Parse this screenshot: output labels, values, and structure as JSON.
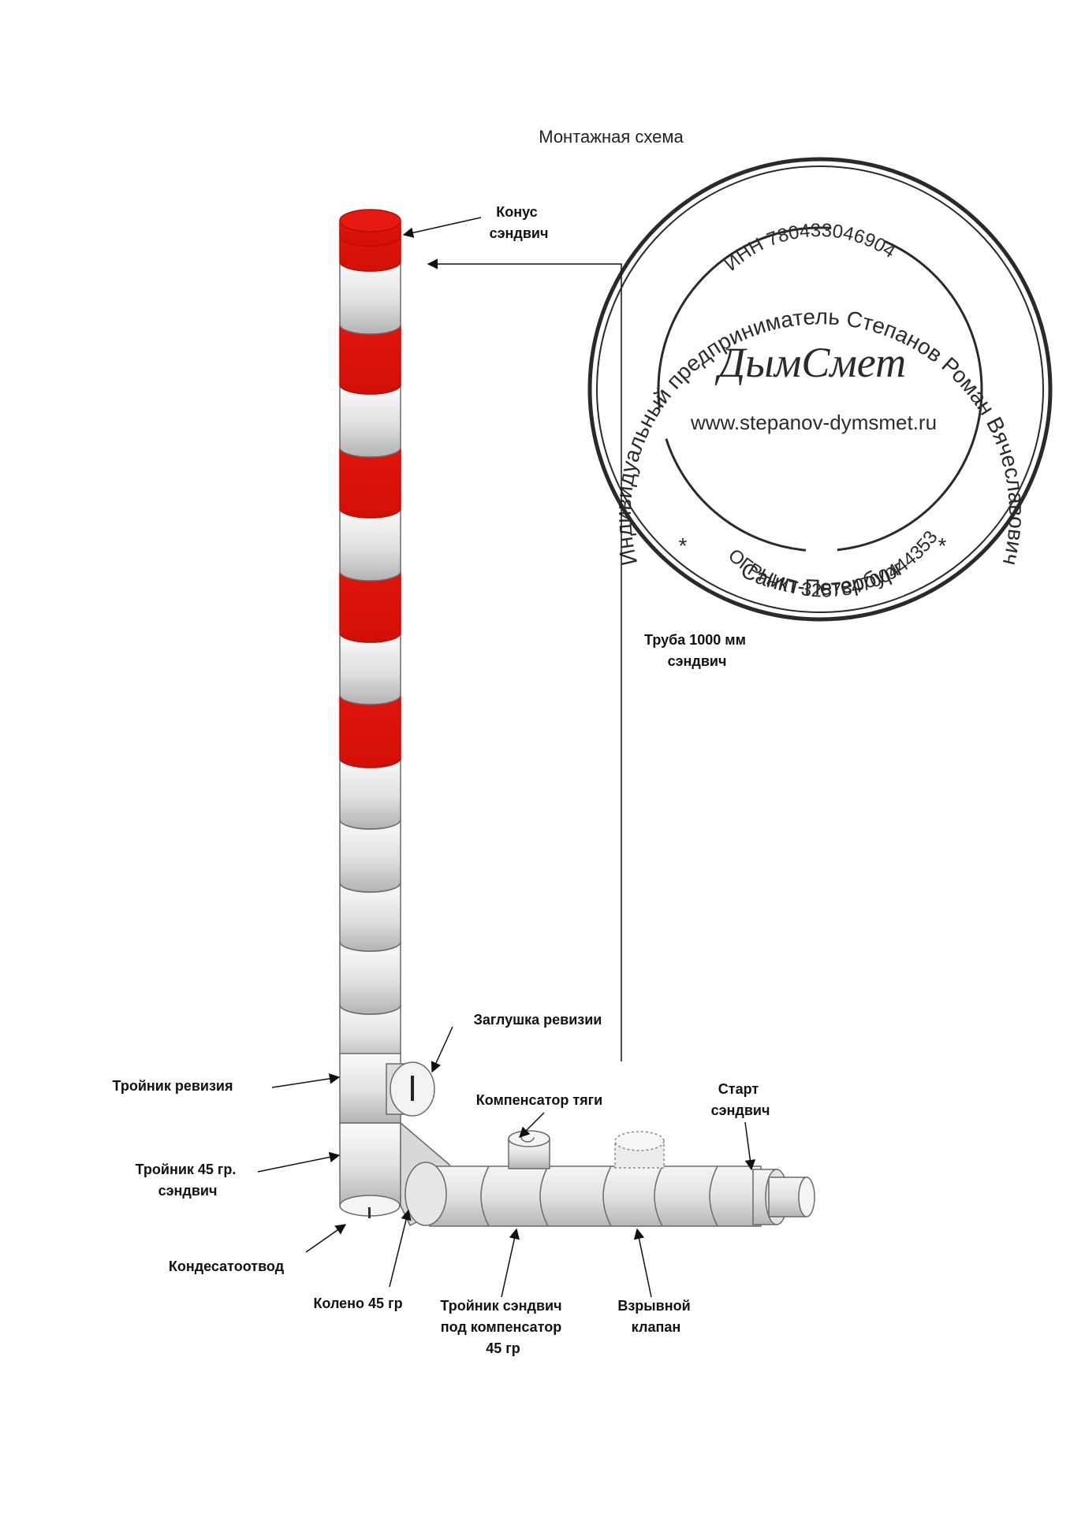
{
  "title": "Монтажная схема",
  "labels": {
    "konus": [
      "Конус",
      "сэндвич"
    ],
    "truba": [
      "Труба 1000 мм",
      "сэндвич"
    ],
    "zaglushka": [
      "Заглушка ревизии"
    ],
    "troynik_revizia": [
      "Тройник ревизия"
    ],
    "kompensator": [
      "Компенсатор тяги"
    ],
    "start": [
      "Старт",
      "сэндвич"
    ],
    "troynik45": [
      "Тройник 45 гр.",
      "сэндвич"
    ],
    "kondensat": [
      "Кондесатоотвод"
    ],
    "koleno": [
      "Колено 45 гр"
    ],
    "troynik_sendvich": [
      "Тройник сэндвич",
      "под компенсатор",
      "45 гр"
    ],
    "klapan": [
      "Взрывной",
      "клапан"
    ]
  },
  "stamp": {
    "outer_text": "Индивидуальный предприниматель Степанов Роман Вячеславович",
    "inn": "ИНН 780433046904",
    "brand": "ДымСмет",
    "url": "www.stepanov-dymsmet.ru",
    "ogrnip": "ОГРНИП 325784700444353",
    "city": "Санкт-Петербург",
    "star": "*"
  },
  "colors": {
    "red_band": "#e0150c",
    "pipe_light": "#f2f2f2",
    "pipe_dark": "#b8b8b8",
    "outline": "#6a6a6a",
    "stamp": "#1a1a1a"
  }
}
